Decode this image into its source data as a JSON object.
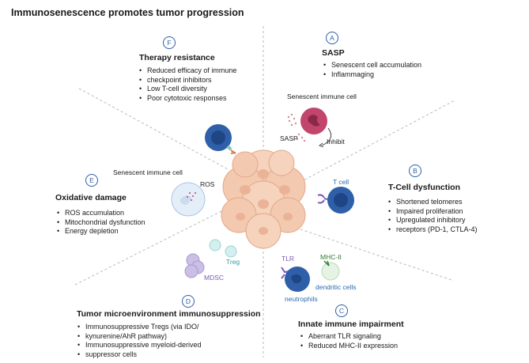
{
  "title": "Immunosenescence promotes tumor progression",
  "colors": {
    "badge": "#2b5fa8",
    "tumor": "#f3c9b0",
    "immune_cell": "#2f5fa8",
    "senescent_cell": "#c2456c"
  },
  "panels": {
    "a": {
      "badge": "A",
      "heading": "SASP",
      "bullets": [
        "Senescent cell accumulation",
        "Inflammaging"
      ]
    },
    "b": {
      "badge": "B",
      "heading": "T-Cell dysfunction",
      "bullets": [
        "Shortened telomeres",
        "Impaired proliferation",
        "Upregulated inhibitory",
        "receptors (PD-1, CTLA-4)"
      ]
    },
    "c": {
      "badge": "C",
      "heading": "Innate immune impairment",
      "bullets": [
        "Aberrant TLR signaling",
        "Reduced MHC-II expression"
      ]
    },
    "d": {
      "badge": "D",
      "heading": "Tumor microenvironment immunosuppression",
      "bullets": [
        "Immunosuppressive Tregs (via IDO/",
        "kynurenine/AhR pathway)",
        "Immunosuppressive myeloid-derived",
        "suppressor cells"
      ]
    },
    "e": {
      "badge": "E",
      "heading": "Oxidative damage",
      "bullets": [
        "ROS accumulation",
        "Mitochondrial dysfunction",
        "Energy depletion"
      ]
    },
    "f": {
      "badge": "F",
      "heading": "Therapy resistance",
      "bullets": [
        "Reduced efficacy of immune",
        "checkpoint inhibitors",
        "Low T-cell diversity",
        "Poor cytotoxic responses"
      ]
    }
  },
  "labels": {
    "senescent_top": "Senescent immune cell",
    "sasp": "SASP",
    "inhibit": "Inhibit",
    "senescent_left": "Senescent immune cell",
    "ros": "ROS",
    "tcell": "T cell",
    "tlr": "TLR",
    "mhc": "MHC-II",
    "dendritic": "dendritic cells",
    "neutrophils": "neutrophils",
    "treg": "Treg",
    "mdsc": "MDSC"
  }
}
